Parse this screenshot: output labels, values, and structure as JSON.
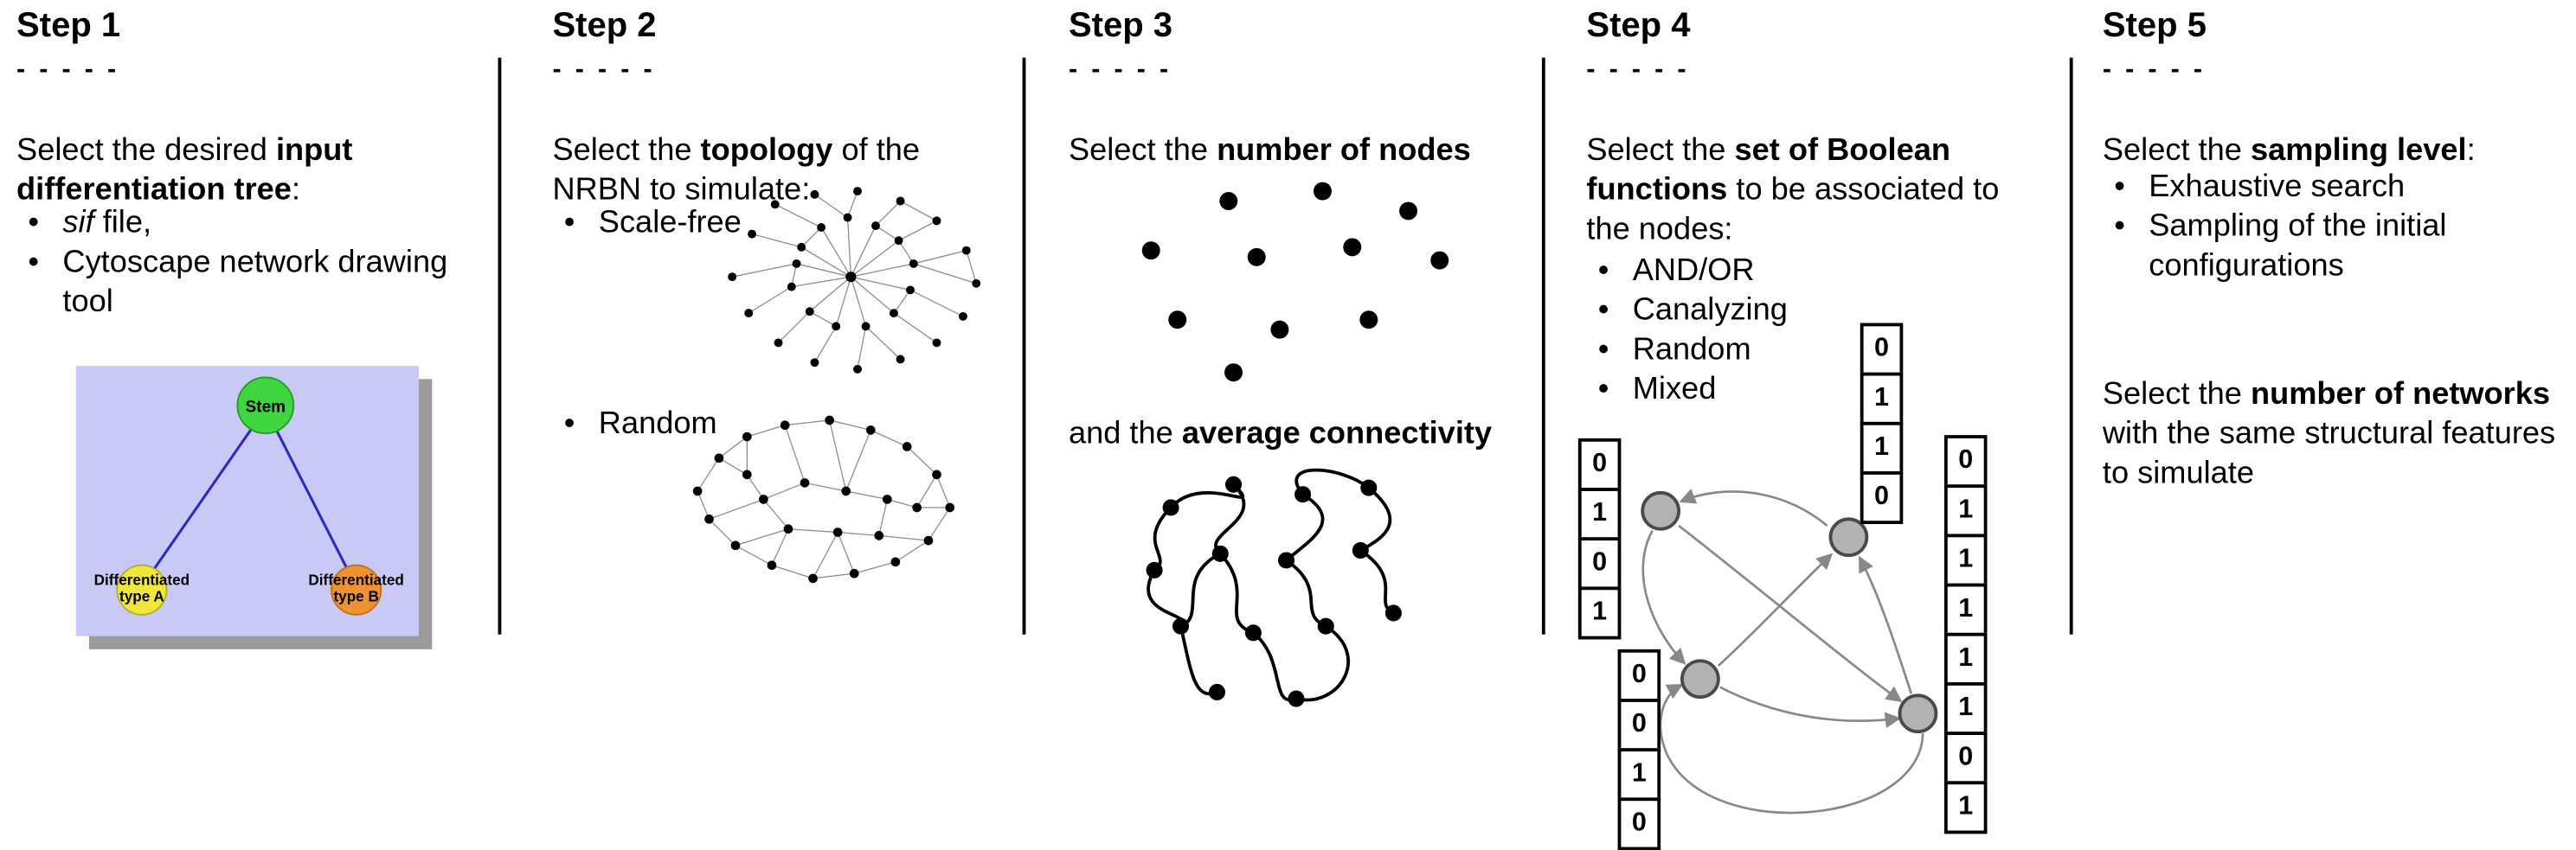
{
  "steps": [
    {
      "title": "Step 1",
      "dashes": "- - - - -",
      "intro": [
        {
          "t": "Select the desired "
        },
        {
          "t": "input differentiation tree",
          "b": true
        },
        {
          "t": ":"
        }
      ],
      "bullets": [
        [
          {
            "t": "sif",
            "i": true
          },
          {
            "t": " file,"
          }
        ],
        [
          {
            "t": "Cytoscape network drawing tool"
          }
        ]
      ],
      "tree": {
        "stem_label": "Stem",
        "type_a_label_line1": "Differentiated",
        "type_a_label_line2": "type A",
        "type_b_label_line1": "Differentiated",
        "type_b_label_line2": "type B",
        "background_color": "#c9c9f6",
        "stem_color": "#3fd63f",
        "type_a_color": "#efe73c",
        "type_b_color": "#ef9331",
        "edge_color": "#2a2ac0"
      }
    },
    {
      "title": "Step 2",
      "dashes": "- - - - -",
      "intro": [
        {
          "t": "Select the "
        },
        {
          "t": "topology",
          "b": true
        },
        {
          "t": " of the NRBN to simulate:"
        }
      ],
      "bullets": [
        [
          {
            "t": "Scale-free"
          }
        ],
        [
          {
            "t": "Random"
          }
        ]
      ]
    },
    {
      "title": "Step 3",
      "dashes": "- - - - -",
      "intro": [
        {
          "t": "Select the "
        },
        {
          "t": "number of nodes",
          "b": true
        }
      ],
      "connectivity_text": [
        {
          "t": "and the "
        },
        {
          "t": "average connectivity",
          "b": true
        }
      ]
    },
    {
      "title": "Step 4",
      "dashes": "- - - - -",
      "intro": [
        {
          "t": "Select the "
        },
        {
          "t": "set of Boolean functions",
          "b": true
        },
        {
          "t": " to be associated to the nodes:"
        }
      ],
      "bullets": [
        [
          {
            "t": "AND/OR"
          }
        ],
        [
          {
            "t": "Canalyzing"
          }
        ],
        [
          {
            "t": "Random"
          }
        ],
        [
          {
            "t": "Mixed"
          }
        ]
      ],
      "node_color": "#b2b2b2",
      "arrow_color": "#888888",
      "truth_tables": {
        "top": [
          "0",
          "1",
          "1",
          "0"
        ],
        "left": [
          "0",
          "1",
          "0",
          "1"
        ],
        "bottom_left": [
          "0",
          "0",
          "1",
          "0"
        ],
        "right": [
          "0",
          "1",
          "1",
          "1",
          "1",
          "1",
          "0",
          "1"
        ]
      }
    },
    {
      "title": "Step 5",
      "dashes": "- - - - -",
      "intro": [
        {
          "t": "Select the "
        },
        {
          "t": "sampling level",
          "b": true
        },
        {
          "t": ":"
        }
      ],
      "bullets": [
        [
          {
            "t": "Exhaustive search"
          }
        ],
        [
          {
            "t": "Sampling of the initial configurations"
          }
        ]
      ],
      "networks_text": [
        {
          "t": "Select the "
        },
        {
          "t": "number of networks",
          "b": true
        },
        {
          "t": " with the same structural features to simulate"
        }
      ]
    }
  ]
}
